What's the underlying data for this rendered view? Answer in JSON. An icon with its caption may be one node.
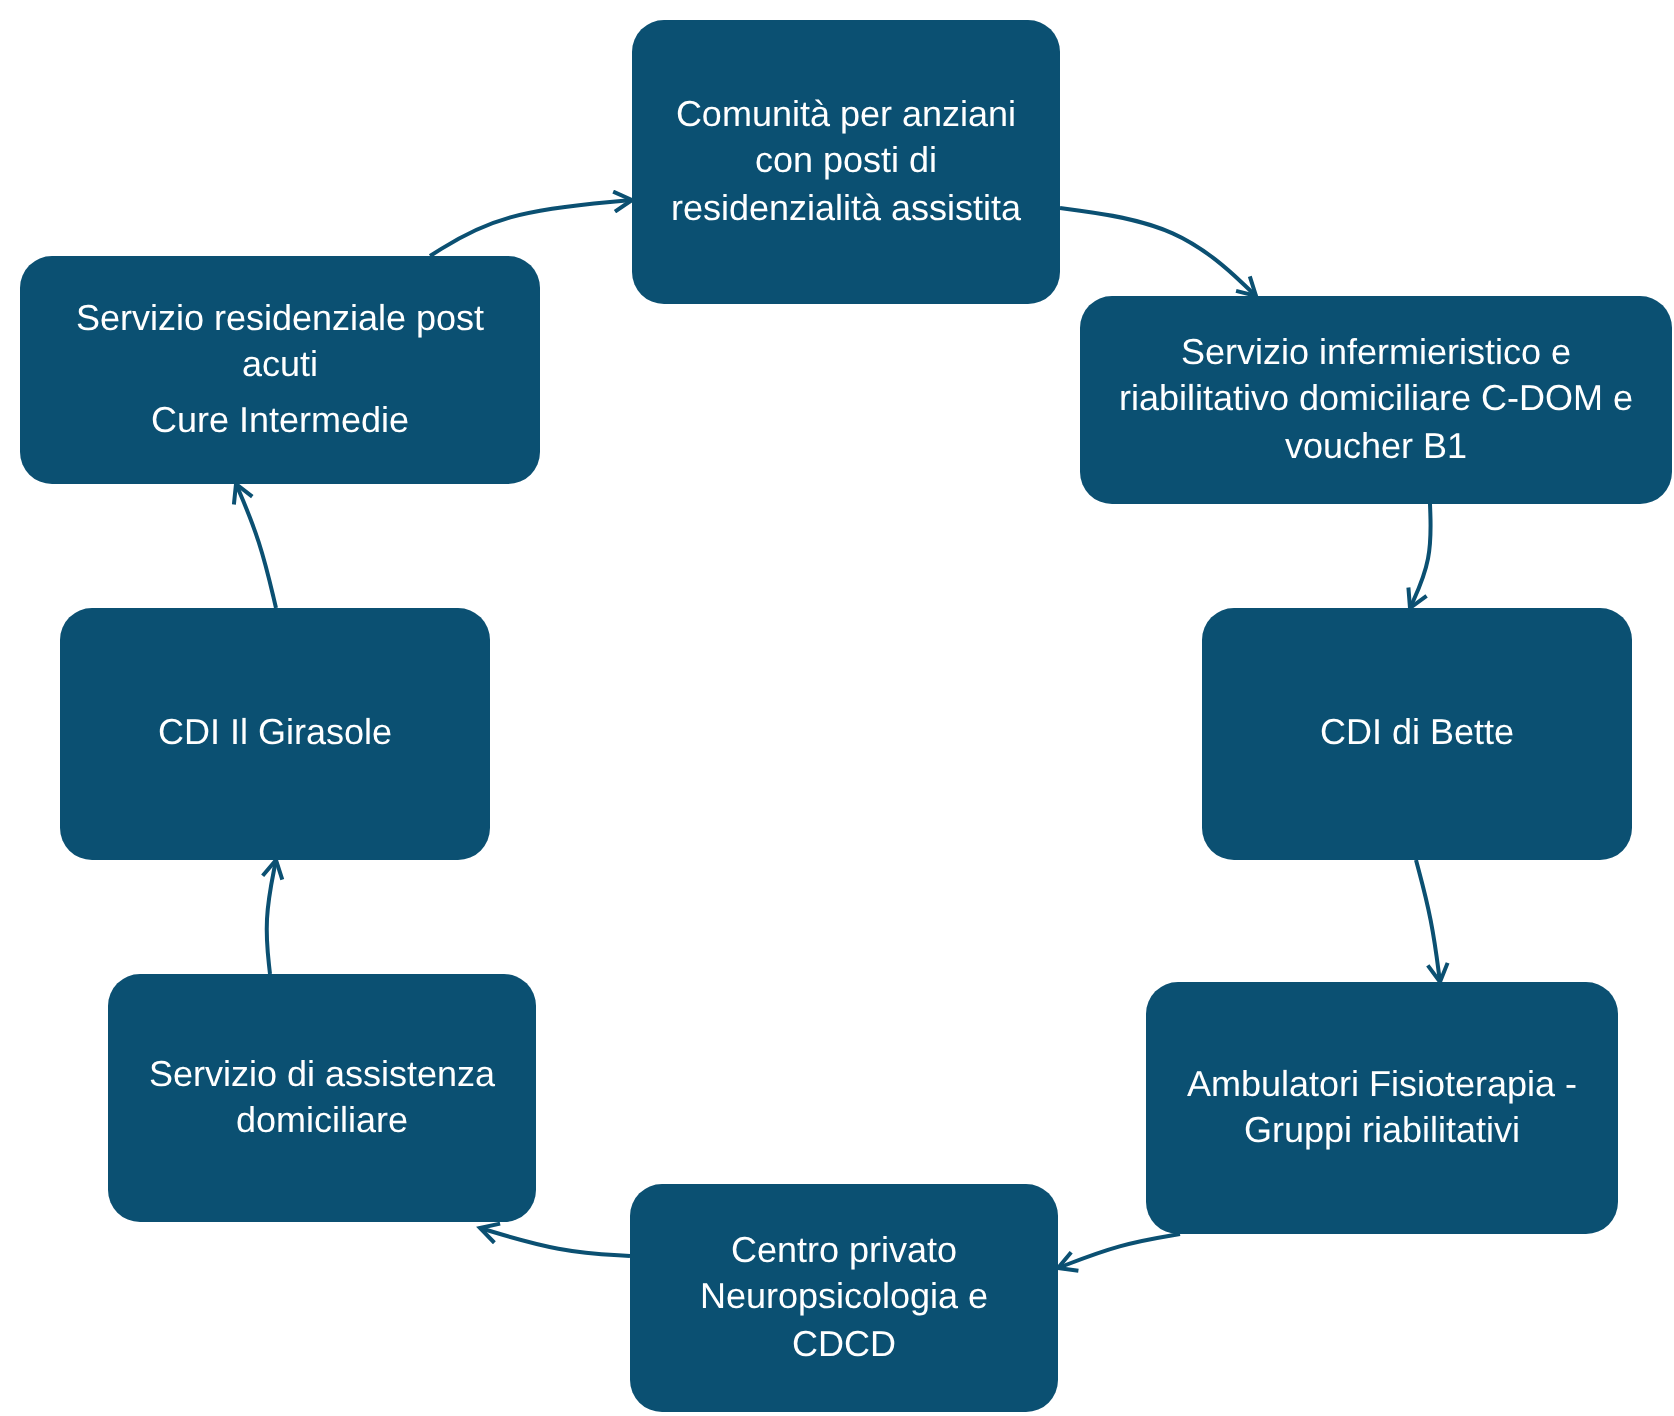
{
  "diagram": {
    "nodes": [
      {
        "text": [
          "Comunità per anziani con posti di residenzialità assistita"
        ]
      },
      {
        "text": [
          "Servizio infermieristico e riabilitativo domiciliare C-DOM e voucher B1"
        ]
      },
      {
        "text": [
          "CDI di Bette"
        ]
      },
      {
        "text": [
          "Ambulatori Fisioterapia -Gruppi riabilitativi"
        ]
      },
      {
        "text": [
          "Centro privato Neuropsicologia e CDCD"
        ]
      },
      {
        "text": [
          "Servizio di assistenza domiciliare"
        ]
      },
      {
        "text": [
          "CDI Il Girasole"
        ]
      },
      {
        "text": [
          "Servizio residenziale post acuti",
          "Cure Intermedie"
        ]
      }
    ],
    "edges": [
      {
        "from": 7,
        "to": 0,
        "arrow": "to"
      },
      {
        "from": 0,
        "to": 1,
        "arrow": "to"
      },
      {
        "from": 1,
        "to": 2,
        "arrow": "to"
      },
      {
        "from": 2,
        "to": 3,
        "arrow": "to"
      },
      {
        "from": 3,
        "to": 4,
        "arrow": "to"
      },
      {
        "from": 4,
        "to": 5,
        "arrow": "to"
      },
      {
        "from": 5,
        "to": 6,
        "arrow": "to"
      },
      {
        "from": 6,
        "to": 7,
        "arrow": "to"
      }
    ]
  }
}
